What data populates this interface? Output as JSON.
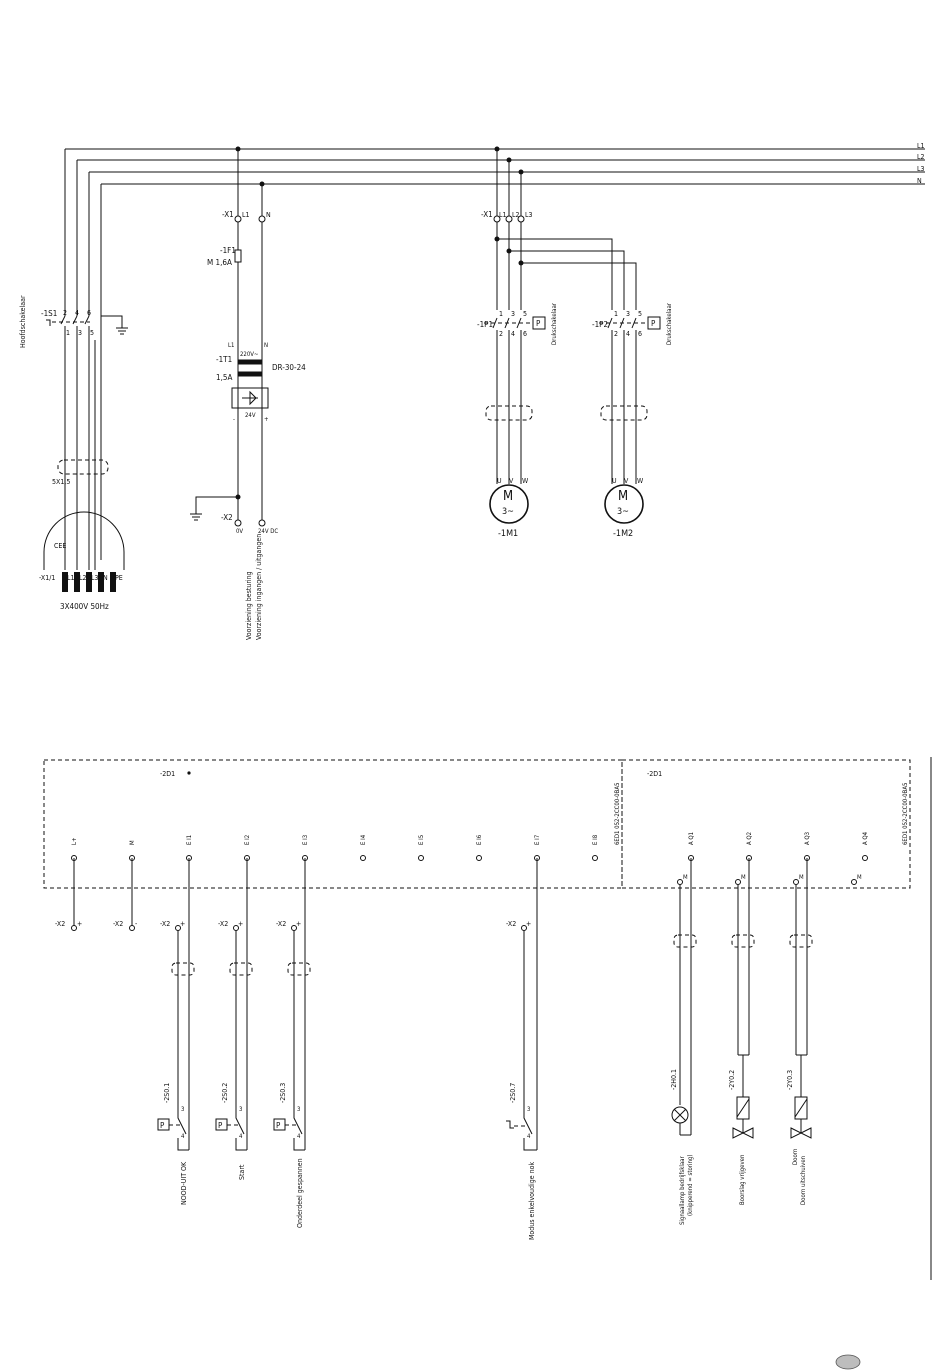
{
  "power_bus": {
    "lines": [
      "L1",
      "L2",
      "L3",
      "N"
    ]
  },
  "main_switch": {
    "side_label": "Hoofdschakelaar",
    "id": "-1S1",
    "terminals_top": [
      "2",
      "4",
      "6"
    ],
    "terminals_bottom": [
      "1",
      "3",
      "5"
    ]
  },
  "supply_cable": {
    "label": "5X1,5"
  },
  "plug": {
    "type_label": "CEE",
    "id": "-X1/1",
    "pins": [
      "L1",
      "L2",
      "L3",
      "N",
      "PE"
    ],
    "rating": "3X400V 50Hz"
  },
  "control_supply": {
    "terminal_id": "-X1",
    "terminal_l1": "L1",
    "terminal_n": "N",
    "fuse_id": "-1F1",
    "fuse_rating": "M 1,6A",
    "transformer_l1": "L1",
    "transformer_n": "N",
    "transformer_id": "-1T1",
    "transformer_current": "1,5A",
    "transformer_primary": "220V~",
    "transformer_model": "DR-30-24",
    "dc_output": "24V",
    "minus_sign": "-",
    "plus_sign": "+",
    "x2_id": "-X2",
    "x2_0v": "0V",
    "x2_24vdc": "24V DC",
    "caption_line1": "Voorziening besturing",
    "caption_line2": "Voorziening ingangen / uitgangen"
  },
  "motor_terminals": {
    "id": "-X1",
    "labels": [
      "L1",
      "L2",
      "L3"
    ]
  },
  "motor_circuits": [
    {
      "switch_id": "-1P1",
      "switch_side_label": "Drukschakelaar",
      "pressure_symbol": "P",
      "terminals_top": [
        "1",
        "3",
        "5"
      ],
      "terminals_bottom": [
        "2",
        "4",
        "6"
      ],
      "motor_terminals": [
        "U",
        "V",
        "W"
      ],
      "motor_symbol": "M",
      "motor_phase": "3~",
      "motor_id": "-1M1"
    },
    {
      "switch_id": "-1P2",
      "switch_side_label": "Drukschakelaar",
      "pressure_symbol": "P",
      "terminals_top": [
        "1",
        "3",
        "5"
      ],
      "terminals_bottom": [
        "2",
        "4",
        "6"
      ],
      "motor_terminals": [
        "U",
        "V",
        "W"
      ],
      "motor_symbol": "M",
      "motor_phase": "3~",
      "motor_id": "-1M2"
    }
  ],
  "plc_inputs": {
    "id": "-2D1",
    "part_number": "6ED1 052-2CC00-0BA5",
    "channels": [
      "L+",
      "M",
      "E I1",
      "E I2",
      "E I3",
      "E I4",
      "E I5",
      "E I6",
      "E I7",
      "E I8"
    ],
    "x2_connections": [
      {
        "id": "-X2",
        "sign": "+"
      },
      {
        "id": "-X2",
        "sign": "-"
      },
      {
        "id": "-X2",
        "sign": "+"
      },
      {
        "id": "-X2",
        "sign": "+"
      },
      {
        "id": "-X2",
        "sign": "+"
      },
      {
        "id": "-X2",
        "sign": "+"
      }
    ]
  },
  "plc_outputs": {
    "id": "-2D1",
    "part_number": "6ED1 052-2CC00-0BA5",
    "channels": [
      "A Q1",
      "A Q2",
      "A Q3",
      "A Q4"
    ],
    "terminal_marker": "M"
  },
  "input_devices": [
    {
      "id": "-2S0.1",
      "contact_top": "3",
      "contact_bottom": "4",
      "symbol": "P",
      "caption": "NOOD-UIT OK"
    },
    {
      "id": "-2S0.2",
      "contact_top": "3",
      "contact_bottom": "4",
      "symbol": "P",
      "caption": "Start"
    },
    {
      "id": "-2S0.3",
      "contact_top": "3",
      "contact_bottom": "4",
      "symbol": "P",
      "caption": "Onderdeel gespannen"
    },
    {
      "id": "-2S0.7",
      "contact_top": "3",
      "contact_bottom": "4",
      "caption": "Modus enkelvoudige nok"
    }
  ],
  "output_devices": [
    {
      "id": "-2H0.1",
      "caption_line1": "Signaallamp bedrijfsklaar",
      "caption_line2": "(knipperend = storing)"
    },
    {
      "id": "-2Y0.2",
      "caption_line1": "Boorslag vrijgeven",
      "caption_line2": ""
    },
    {
      "id": "-2Y0.3",
      "caption_line1": "Doorn",
      "caption_line2": "Doorn uitschuiven"
    }
  ],
  "colors": {
    "ink": "#111111",
    "paper": "#ffffff",
    "page_marker": "#bdbdbd"
  }
}
